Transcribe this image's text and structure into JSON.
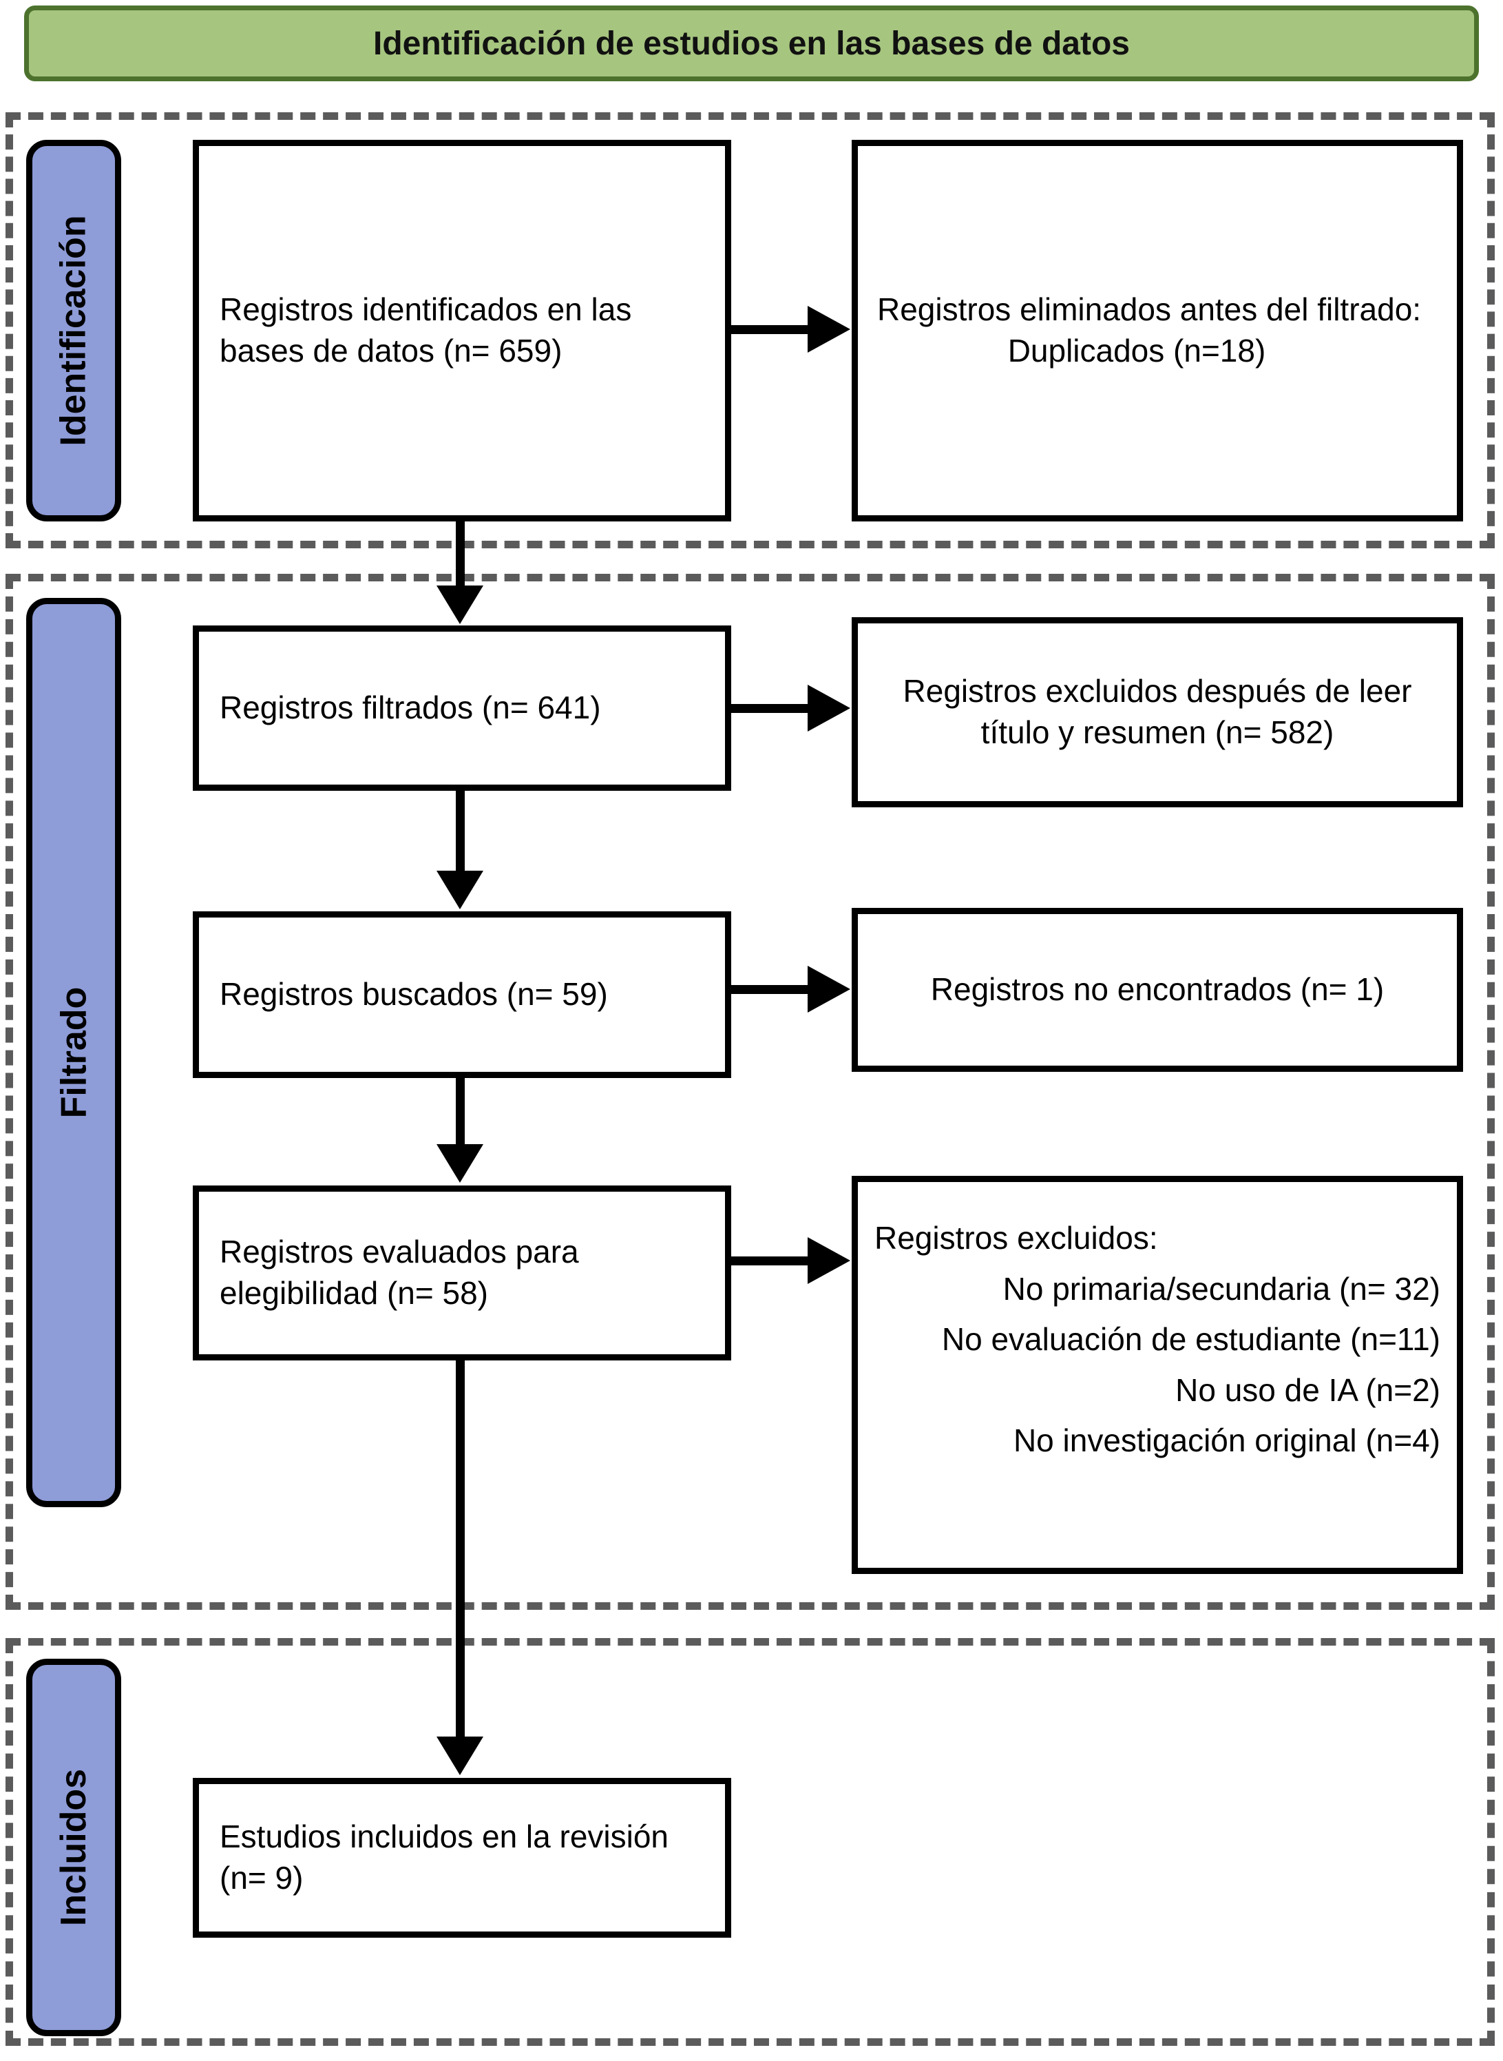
{
  "colors": {
    "header_fill": "#A6C57F",
    "header_border": "#4C722D",
    "label_fill": "#8E9CD8",
    "dash_color": "#5B5B5B",
    "arrow_color": "#000000"
  },
  "header": {
    "title": "Identificación de estudios en las bases de datos"
  },
  "section_labels": {
    "identification": "Identificación",
    "screening": "Filtrado",
    "included": "Incluidos"
  },
  "boxes": {
    "identified": {
      "text": "Registros identificados en las bases de datos (n= 659)"
    },
    "removed": {
      "title": "Registros eliminados antes del filtrado:",
      "detail": "Duplicados (n=18)"
    },
    "screened": {
      "text": "Registros filtrados (n= 641)"
    },
    "excluded_title_abstract": {
      "text": "Registros excluidos después de leer título y resumen (n= 582)"
    },
    "sought": {
      "text": "Registros buscados (n= 59)"
    },
    "not_retrieved": {
      "text": "Registros no encontrados (n= 1)"
    },
    "assessed": {
      "text": "Registros evaluados para elegibilidad  (n= 58)"
    },
    "excluded": {
      "title": "Registros excluidos:",
      "reasons": [
        "No primaria/secundaria (n= 32)",
        "No evaluación de estudiante (n=11)",
        "No uso de IA (n=2)",
        "No investigación original (n=4)"
      ]
    },
    "included": {
      "text": "Estudios incluidos en la revisión (n= 9)"
    }
  }
}
